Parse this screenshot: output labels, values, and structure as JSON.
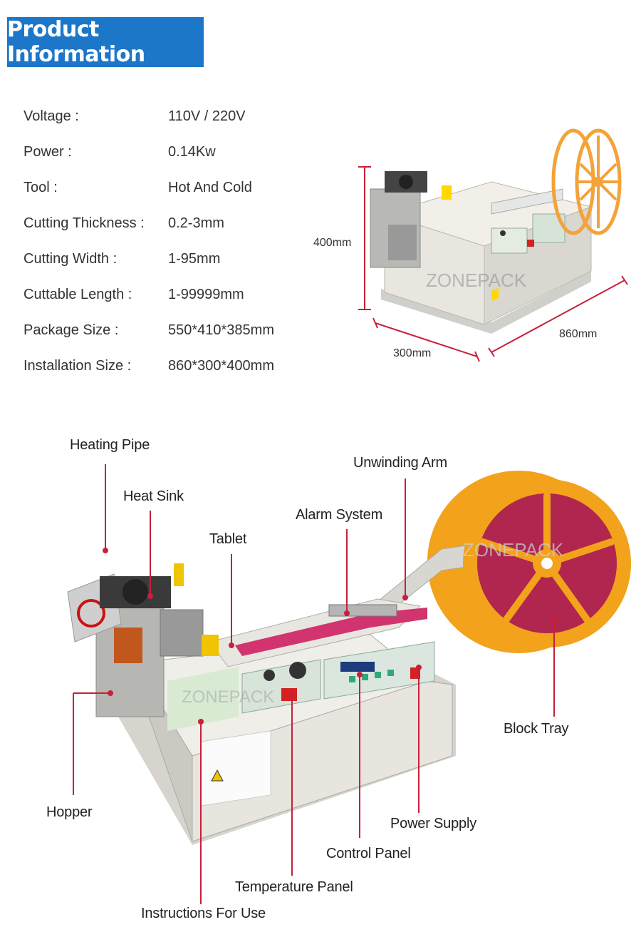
{
  "header": {
    "title": "Product Information"
  },
  "specs": [
    {
      "label": "Voltage :",
      "value": "110V / 220V"
    },
    {
      "label": "Power :",
      "value": "0.14Kw"
    },
    {
      "label": "Tool :",
      "value": "Hot And Cold"
    },
    {
      "label": "Cutting Thickness :",
      "value": "0.2-3mm"
    },
    {
      "label": "Cutting Width :",
      "value": "1-95mm"
    },
    {
      "label": "Cuttable Length :",
      "value": "1-99999mm"
    },
    {
      "label": "Package Size :",
      "value": "550*410*385mm"
    },
    {
      "label": "Installation Size :",
      "value": "860*300*400mm"
    }
  ],
  "dimensions": {
    "height": "400mm",
    "depth": "300mm",
    "length": "860mm"
  },
  "watermark": "ZONEPACK",
  "callouts": {
    "heating_pipe": "Heating Pipe",
    "heat_sink": "Heat Sink",
    "tablet": "Tablet",
    "alarm_system": "Alarm System",
    "unwinding_arm": "Unwinding Arm",
    "block_tray": "Block Tray",
    "hopper": "Hopper",
    "power_supply": "Power Supply",
    "control_panel": "Control Panel",
    "temperature_panel": "Temperature Panel",
    "instructions": "Instructions For Use"
  },
  "colors": {
    "banner": "#1d77c9",
    "leader": "#c8203a",
    "reel": "#f2a21b",
    "tape": "#b0264f"
  }
}
